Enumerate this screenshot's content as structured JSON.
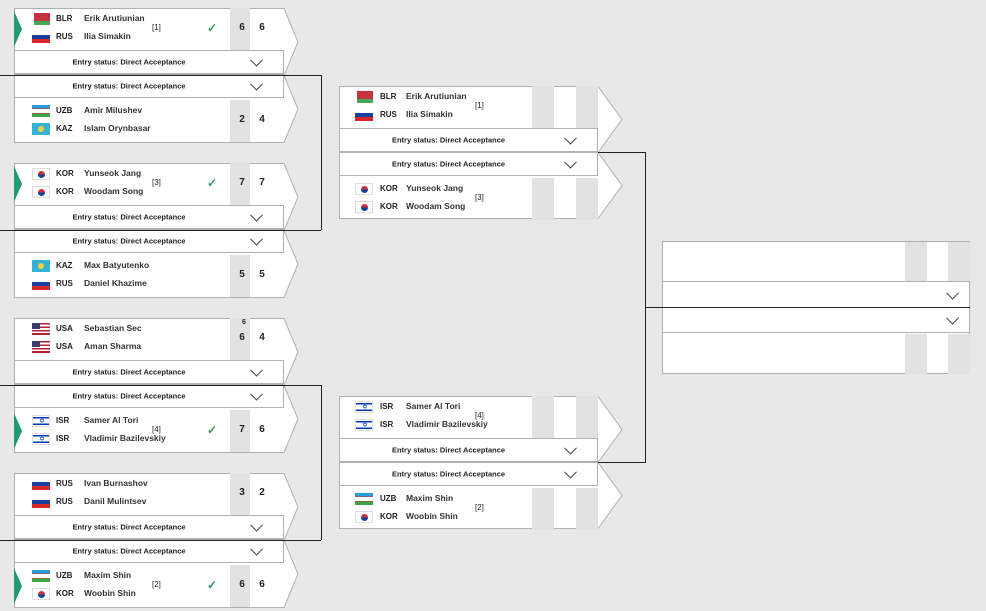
{
  "entry_label": "Entry status: Direct Acceptance",
  "colors": {
    "win": "#1f9a72",
    "check": "#2a9d5c"
  },
  "r1": [
    {
      "top": {
        "players": [
          {
            "code": "BLR",
            "name": "Erik Arutiunian",
            "flag": "blr"
          },
          {
            "code": "RUS",
            "name": "Ilia Simakin",
            "flag": "rus"
          }
        ],
        "seed": "[1]",
        "winner": true,
        "scores": [
          "6",
          "6"
        ],
        "tb": ""
      },
      "bottom": {
        "players": [
          {
            "code": "UZB",
            "name": "Amir Milushev",
            "flag": "uzb"
          },
          {
            "code": "KAZ",
            "name": "Islam Orynbasar",
            "flag": "kaz"
          }
        ],
        "seed": "",
        "winner": false,
        "scores": [
          "2",
          "4"
        ],
        "tb": ""
      }
    },
    {
      "top": {
        "players": [
          {
            "code": "KOR",
            "name": "Yunseok Jang",
            "flag": "kor"
          },
          {
            "code": "KOR",
            "name": "Woodam Song",
            "flag": "kor"
          }
        ],
        "seed": "[3]",
        "winner": true,
        "scores": [
          "7",
          "7"
        ],
        "tb": ""
      },
      "bottom": {
        "players": [
          {
            "code": "KAZ",
            "name": "Max Batyutenko",
            "flag": "kaz"
          },
          {
            "code": "RUS",
            "name": "Daniel Khazime",
            "flag": "rus"
          }
        ],
        "seed": "",
        "winner": false,
        "scores": [
          "5",
          "5"
        ],
        "tb": ""
      }
    },
    {
      "top": {
        "players": [
          {
            "code": "USA",
            "name": "Sebastian Sec",
            "flag": "usa"
          },
          {
            "code": "USA",
            "name": "Aman Sharma",
            "flag": "usa"
          }
        ],
        "seed": "",
        "winner": false,
        "scores": [
          "6",
          "4"
        ],
        "tb": "6"
      },
      "bottom": {
        "players": [
          {
            "code": "ISR",
            "name": "Samer Al Tori",
            "flag": "isr"
          },
          {
            "code": "ISR",
            "name": "Vladimir Bazilevskiy",
            "flag": "isr"
          }
        ],
        "seed": "[4]",
        "winner": true,
        "scores": [
          "7",
          "6"
        ],
        "tb": ""
      }
    },
    {
      "top": {
        "players": [
          {
            "code": "RUS",
            "name": "Ivan Burnashov",
            "flag": "rus"
          },
          {
            "code": "RUS",
            "name": "Danil Mulintsev",
            "flag": "rus"
          }
        ],
        "seed": "",
        "winner": false,
        "scores": [
          "3",
          "2"
        ],
        "tb": ""
      },
      "bottom": {
        "players": [
          {
            "code": "UZB",
            "name": "Maxim Shin",
            "flag": "uzb"
          },
          {
            "code": "KOR",
            "name": "Woobin Shin",
            "flag": "kor"
          }
        ],
        "seed": "[2]",
        "winner": true,
        "scores": [
          "6",
          "6"
        ],
        "tb": ""
      }
    }
  ],
  "r2": [
    {
      "top": {
        "players": [
          {
            "code": "BLR",
            "name": "Erik Arutiunian",
            "flag": "blr"
          },
          {
            "code": "RUS",
            "name": "Ilia Simakin",
            "flag": "rus"
          }
        ],
        "seed": "[1]"
      },
      "bottom": {
        "players": [
          {
            "code": "KOR",
            "name": "Yunseok Jang",
            "flag": "kor"
          },
          {
            "code": "KOR",
            "name": "Woodam Song",
            "flag": "kor"
          }
        ],
        "seed": "[3]"
      }
    },
    {
      "top": {
        "players": [
          {
            "code": "ISR",
            "name": "Samer Al Tori",
            "flag": "isr"
          },
          {
            "code": "ISR",
            "name": "Vladimir Bazilevskiy",
            "flag": "isr"
          }
        ],
        "seed": "[4]"
      },
      "bottom": {
        "players": [
          {
            "code": "UZB",
            "name": "Maxim Shin",
            "flag": "uzb"
          },
          {
            "code": "KOR",
            "name": "Woobin Shin",
            "flag": "kor"
          }
        ],
        "seed": "[2]"
      }
    }
  ]
}
